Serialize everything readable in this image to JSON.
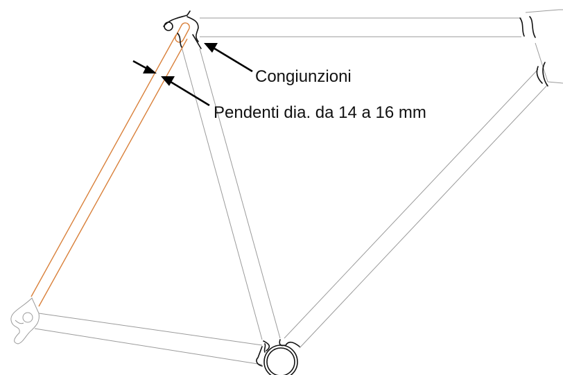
{
  "labels": {
    "lugs": "Congiunzioni",
    "stays": "Pendenti dia. da 14 a 16 mm"
  },
  "colors": {
    "tube_outline": "#9a9a9a",
    "seat_stay_highlight": "#d9803a",
    "lug_ink": "#111111",
    "text": "#111111"
  },
  "parts": [
    "top-tube",
    "down-tube",
    "seat-tube",
    "seat-stay",
    "chain-stay",
    "bottom-bracket-shell",
    "head-lug",
    "seat-lug",
    "dropout"
  ]
}
